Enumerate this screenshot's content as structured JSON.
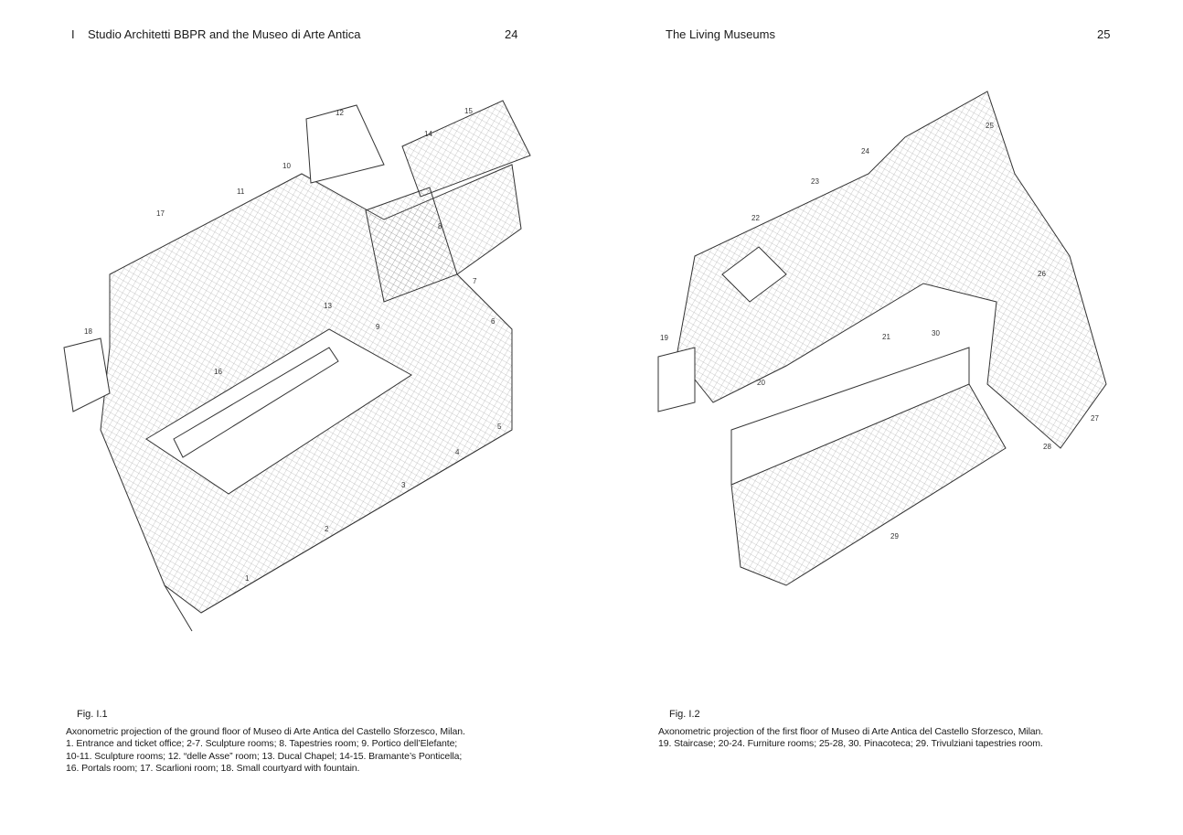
{
  "left_page": {
    "marker": "I",
    "running_head": "Studio Architetti BBPR and the Museo di Arte Antica",
    "page_number": "24",
    "figure_label": "Fig. I.1",
    "caption_title": "Axonometric projection of the ground floor of Museo di Arte Antica del Castello Sforzesco, Milan.",
    "caption_lines": [
      "1. Entrance and ticket office; 2-7. Sculpture rooms; 8. Tapestries room; 9. Portico dell’Elefante;",
      "10-11. Sculpture rooms; 12. “delle Asse” room; 13. Ducal Chapel; 14-15. Bramante’s Ponticella;",
      "16. Portals room; 17. Scarlioni room; 18. Small courtyard with fountain."
    ],
    "room_labels": [
      "1",
      "2",
      "3",
      "4",
      "5",
      "6",
      "7",
      "8",
      "9",
      "10",
      "11",
      "12",
      "13",
      "14",
      "15",
      "16",
      "17",
      "18"
    ]
  },
  "right_page": {
    "running_head": "The Living Museums",
    "page_number": "25",
    "figure_label": "Fig. I.2",
    "caption_title": "Axonometric projection of the first floor of Museo di Arte Antica del Castello Sforzesco, Milan.",
    "caption_lines": [
      "19. Staircase; 20-24. Furniture rooms; 25-28, 30. Pinacoteca; 29. Trivulziani tapestries room."
    ],
    "room_labels": [
      "19",
      "20",
      "21",
      "22",
      "23",
      "24",
      "25",
      "26",
      "27",
      "28",
      "29",
      "30"
    ]
  }
}
